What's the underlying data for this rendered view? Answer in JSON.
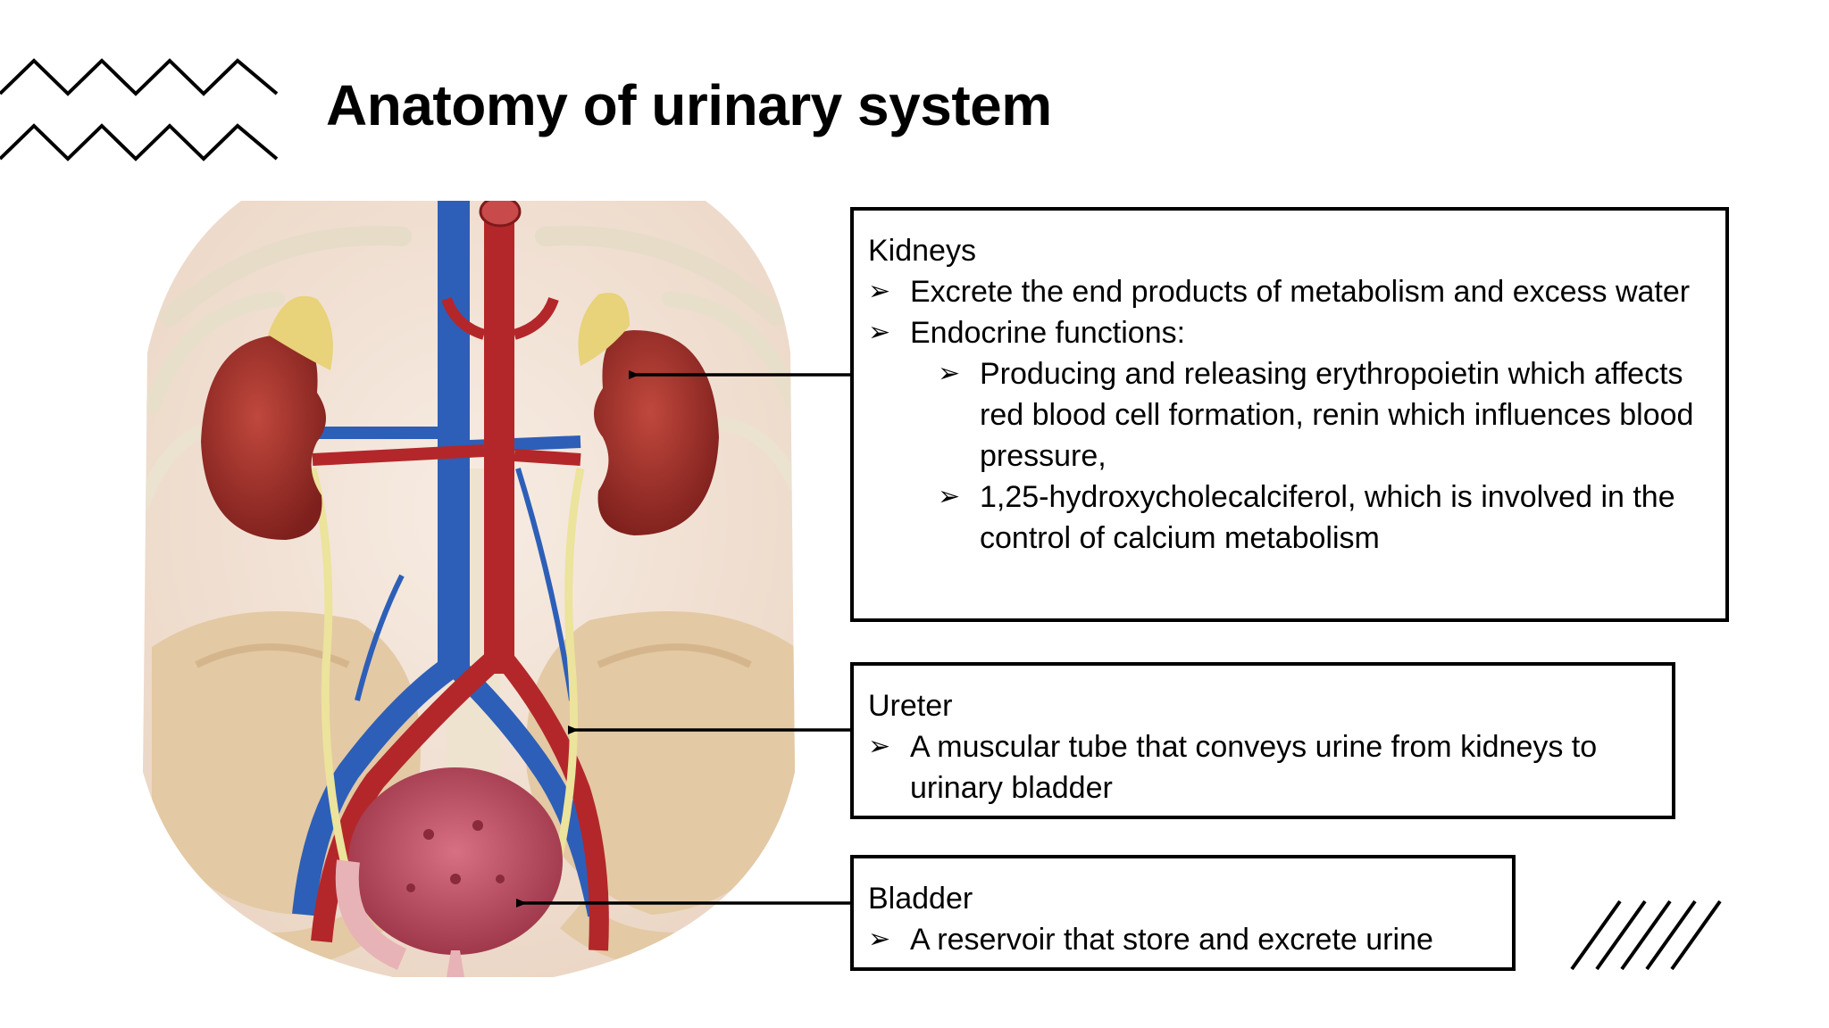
{
  "slide": {
    "title": "Anatomy of urinary system",
    "bullet_glyph": "➢",
    "colors": {
      "text": "#000000",
      "background": "#ffffff",
      "vein": "#2d5fb8",
      "artery": "#b3272a",
      "kidney": "#9e2e27",
      "adrenal": "#e8d27a",
      "ureter": "#ece39c",
      "pelvis_bone": "#e6cfae",
      "bladder": "#c9566a"
    }
  },
  "kidneys": {
    "heading": "Kidneys",
    "items": [
      {
        "text": "Excrete the end products of metabolism and excess water"
      },
      {
        "text": "Endocrine functions:"
      }
    ],
    "sub_items": [
      {
        "text": "Producing and releasing erythropoietin which affects red blood cell formation, renin which influences blood pressure,"
      },
      {
        "text": "1,25-hydroxycholecalciferol, which is involved in the control of calcium metabolism"
      }
    ]
  },
  "ureter": {
    "heading": "Ureter",
    "items": [
      {
        "text": "A muscular tube that conveys urine from kidneys to urinary bladder"
      }
    ]
  },
  "bladder": {
    "heading": "Bladder",
    "items": [
      {
        "text": "A reservoir that store and excrete urine"
      }
    ]
  }
}
